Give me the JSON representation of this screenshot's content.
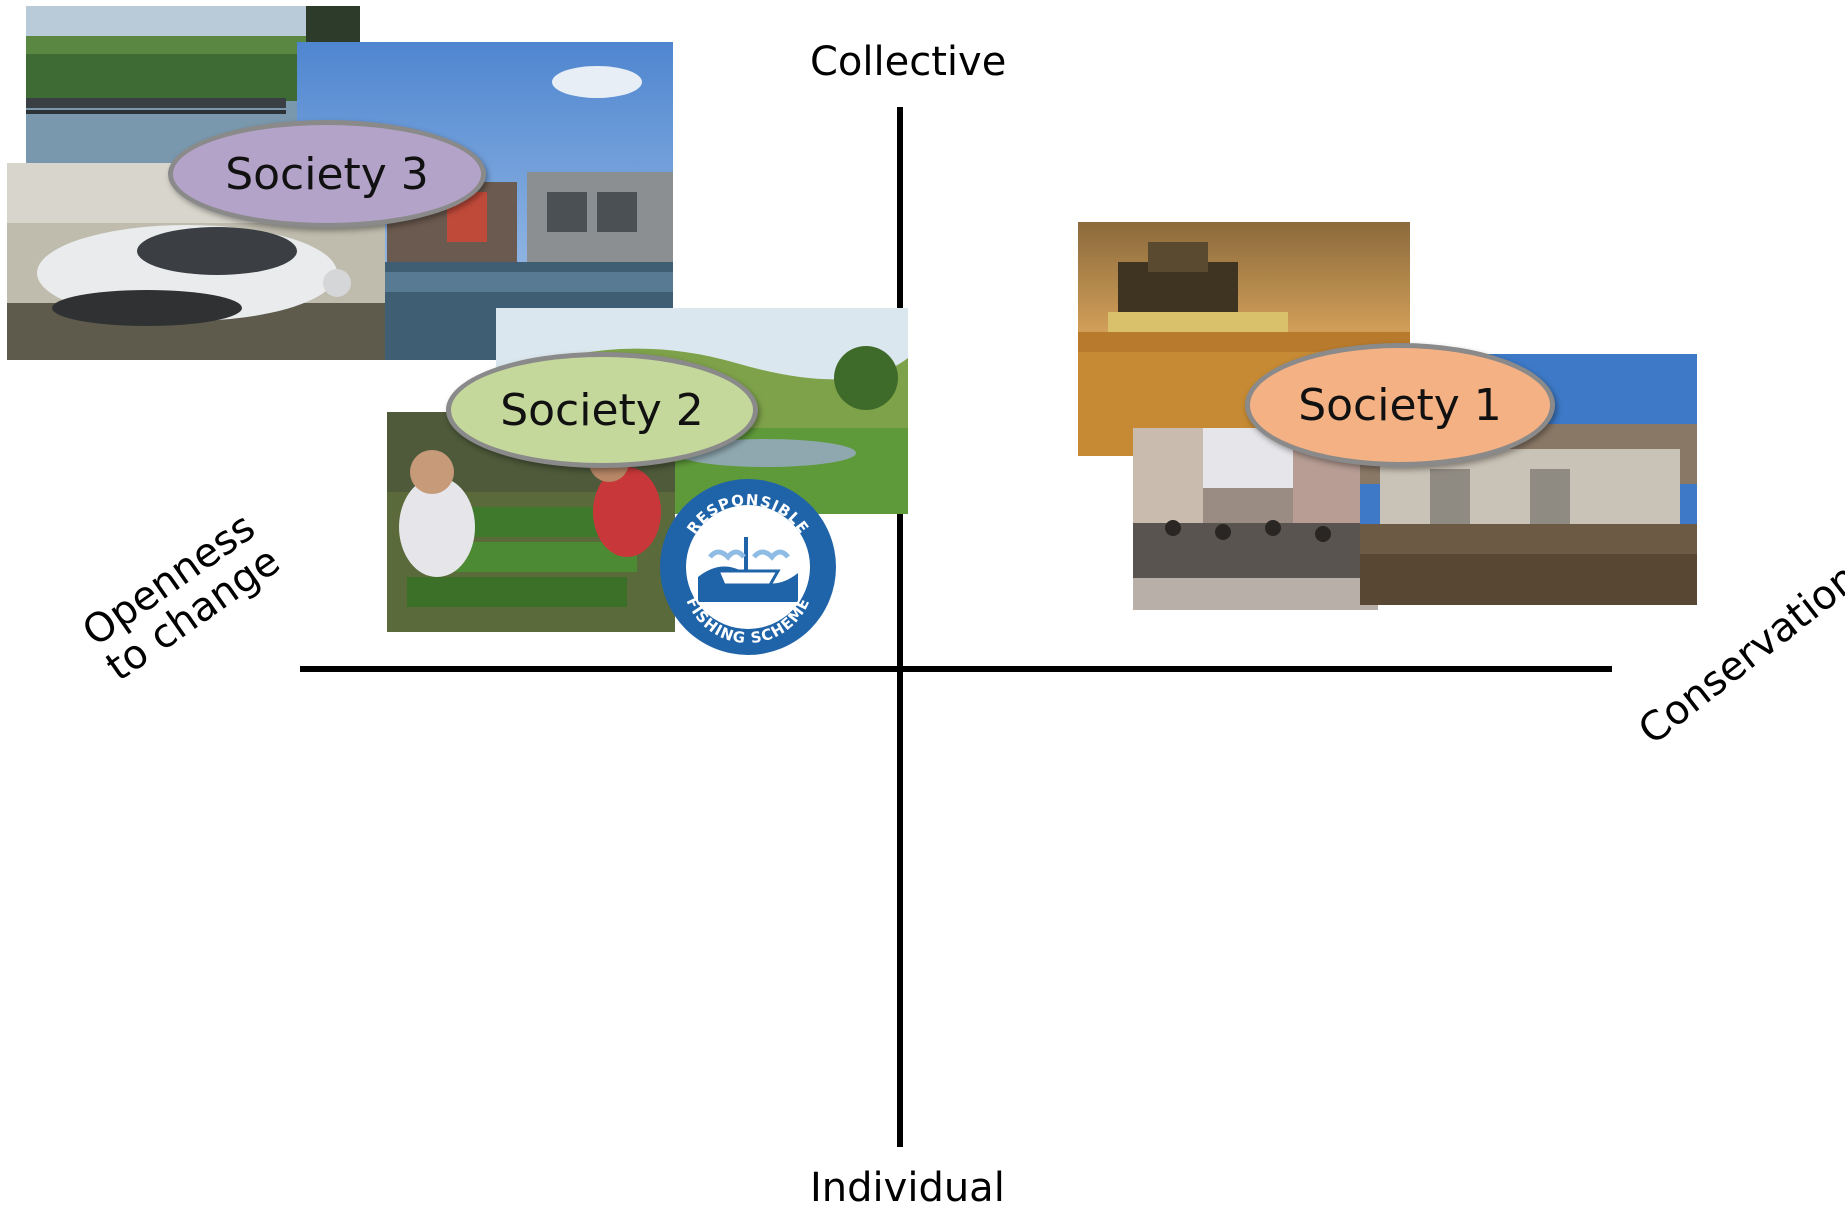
{
  "axes": {
    "top": "Collective",
    "bottom": "Individual",
    "left_line1": "Openness",
    "left_line2": "to change",
    "right": "Conservation"
  },
  "societies": [
    {
      "label": "Society 1",
      "color": "#f4b183",
      "photos": [
        "wheat-harvest-photo",
        "crowded-street-photo",
        "dam-construction-photo"
      ]
    },
    {
      "label": "Society 2",
      "color": "#c5d89b",
      "photos": [
        "green-pond-landscape-photo",
        "seedling-gardening-photo",
        "responsible-fishing-logo"
      ]
    },
    {
      "label": "Society 3",
      "color": "#b4a3c8",
      "photos": [
        "river-bridge-photo",
        "floating-houses-photo",
        "hover-car-photo"
      ]
    }
  ],
  "logo": {
    "top_text": "RESPONSIBLE",
    "bottom_text": "FISHING SCHEME",
    "color": "#1f63a8"
  },
  "colors": {
    "axis": "#000000",
    "bubble_border": "#8a8a8a"
  }
}
